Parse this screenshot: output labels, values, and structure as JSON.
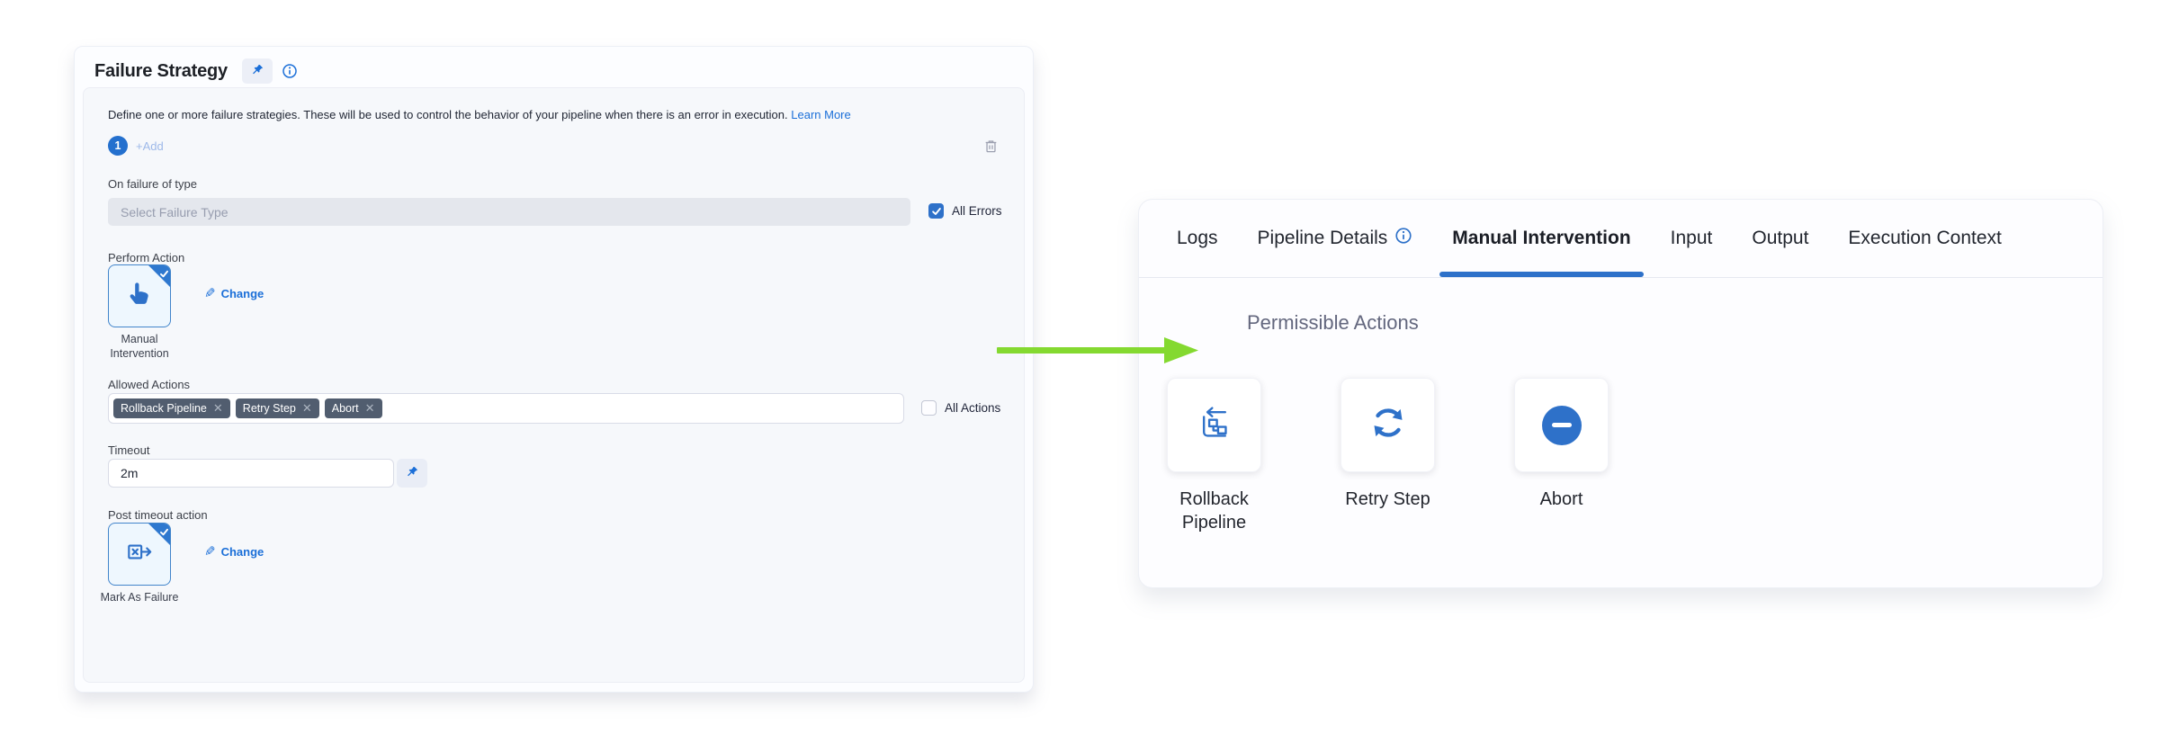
{
  "left_panel": {
    "title": "Failure Strategy",
    "description": "Define one or more failure strategies. These will be used to control the behavior of your pipeline when there is an error in execution.",
    "learn_more_label": "Learn More",
    "strategy_index": "1",
    "add_label": "+Add",
    "failure_type": {
      "label": "On failure of type",
      "placeholder": "Select Failure Type",
      "all_errors_label": "All Errors",
      "all_errors_checked": true
    },
    "perform_action": {
      "label": "Perform Action",
      "value": "Manual Intervention",
      "change_label": "Change"
    },
    "allowed_actions": {
      "label": "Allowed Actions",
      "tags": [
        "Rollback Pipeline",
        "Retry Step",
        "Abort"
      ],
      "all_actions_label": "All Actions",
      "all_actions_checked": false
    },
    "timeout": {
      "label": "Timeout",
      "value": "2m"
    },
    "post_timeout": {
      "label": "Post timeout action",
      "value": "Mark As Failure",
      "change_label": "Change"
    }
  },
  "right_panel": {
    "tabs": [
      {
        "label": "Logs",
        "active": false,
        "has_info_icon": false
      },
      {
        "label": "Pipeline Details",
        "active": false,
        "has_info_icon": true
      },
      {
        "label": "Manual Intervention",
        "active": true,
        "has_info_icon": false
      },
      {
        "label": "Input",
        "active": false,
        "has_info_icon": false
      },
      {
        "label": "Output",
        "active": false,
        "has_info_icon": false
      },
      {
        "label": "Execution Context",
        "active": false,
        "has_info_icon": false
      }
    ],
    "heading": "Permissible Actions",
    "actions": [
      {
        "label": "Rollback Pipeline",
        "icon": "rollback-pipeline-icon"
      },
      {
        "label": "Retry Step",
        "icon": "retry-icon"
      },
      {
        "label": "Abort",
        "icon": "abort-icon"
      }
    ]
  },
  "colors": {
    "accent_blue": "#2E71C9",
    "link_blue": "#1B6FD8",
    "tag_slate": "#515D6F",
    "arrow_green": "#84D930",
    "disabled_input": "#E4E7ED",
    "panel_bg": "#FCFDFF"
  }
}
